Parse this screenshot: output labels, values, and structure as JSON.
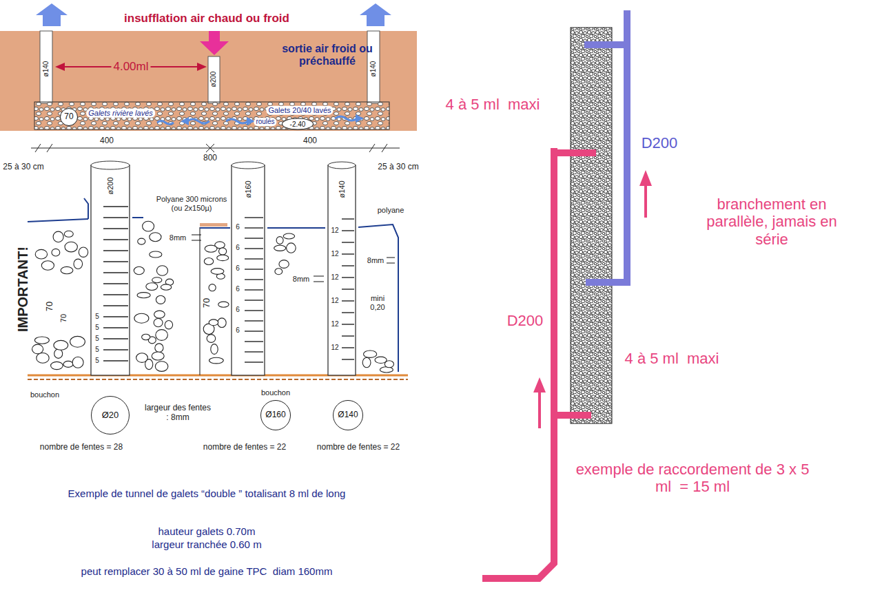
{
  "diagram": {
    "nodes": [
      {
        "text": [
          "70"
        ]
      },
      {
        "text": [
          "-2.40"
        ]
      },
      {
        "text": [
          "Ø20"
        ]
      },
      {
        "text": [
          "Ø160"
        ]
      },
      {
        "text": [
          "Ø140"
        ]
      }
    ],
    "labels": [
      "insufflation air chaud ou froid",
      "sortie air froid ou préchauffé",
      "4.00ml",
      "ø140",
      "ø200",
      "ø140",
      "Galets rivière lavés",
      "Galets 20/40 lavés",
      "roulés",
      "400",
      "400",
      "800",
      "25 à 30 cm",
      "25 à 30 cm",
      "Polyane 300 microns (ou 2x150µ)",
      "polyane",
      "ø200",
      "ø160",
      "ø140",
      "8mm",
      "8mm",
      "8mm",
      "mini 0,20",
      "IMPORTANT!",
      "70",
      "70",
      "70",
      "6",
      "6",
      "6",
      "6",
      "6",
      "6",
      "12",
      "12",
      "12",
      "12",
      "12",
      "12",
      "5",
      "5",
      "5",
      "5",
      "5",
      "bouchon",
      "bouchon",
      "largeur des fentes : 8mm",
      "nombre de fentes = 28",
      "nombre de fentes = 22",
      "nombre de fentes = 22",
      "Exemple de tunnel de galets “double ” totalisant 8 ml de long",
      "hauteur galets 0.70m",
      "largeur tranchée 0.60 m",
      "peut remplacer 30 à 50 ml de gaine TPC  diam 160mm",
      "4 à 5 ml  maxi",
      "D200",
      "branchement en parallèle, jamais en série",
      "D200",
      "4 à 5 ml  maxi",
      "exemple de raccordement de 3 x 5 ml  = 15 ml"
    ]
  }
}
